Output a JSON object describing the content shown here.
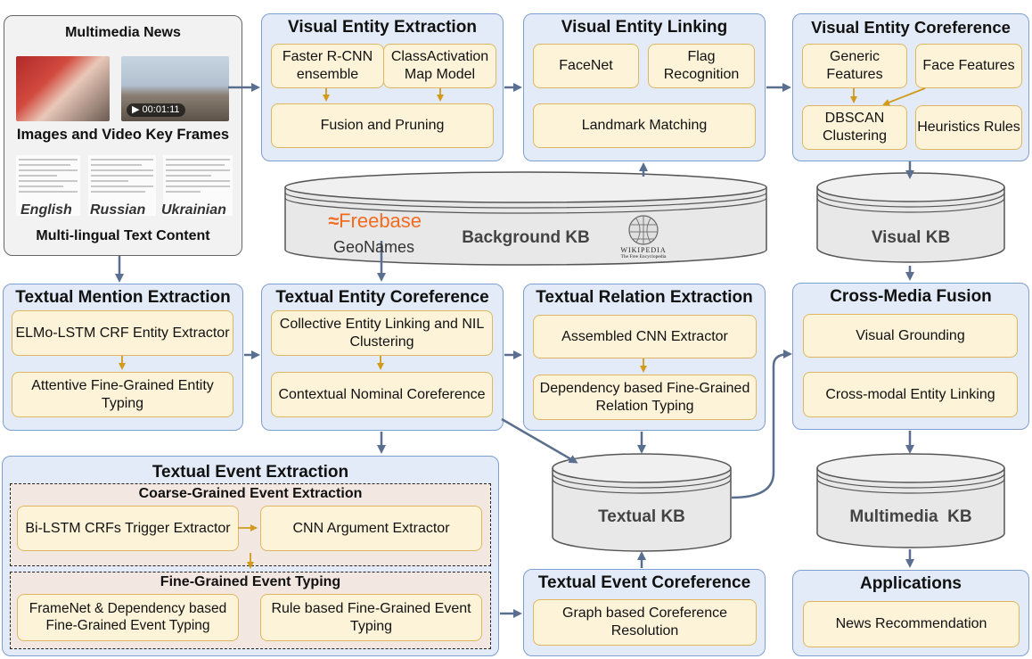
{
  "multimedia_news": {
    "title": "Multimedia News",
    "video_time": "00:01:11",
    "images_label": "Images and Video Key Frames",
    "languages": [
      "English",
      "Russian",
      "Ukrainian"
    ],
    "text_label": "Multi-lingual Text Content"
  },
  "panels": {
    "visual_extraction": {
      "title": "Visual Entity Extraction",
      "boxes": [
        "Faster R-CNN ensemble",
        "ClassActivation Map Model",
        "Fusion and Pruning"
      ]
    },
    "visual_linking": {
      "title": "Visual Entity Linking",
      "boxes": [
        "FaceNet",
        "Flag Recognition",
        "Landmark Matching"
      ]
    },
    "visual_coref": {
      "title": "Visual Entity Coreference",
      "boxes": [
        "Generic Features",
        "Face Features",
        "DBSCAN Clustering",
        "Heuristics Rules"
      ]
    },
    "textual_mention": {
      "title": "Textual Mention Extraction",
      "boxes": [
        "ELMo-LSTM CRF Entity Extractor",
        "Attentive Fine-Grained Entity Typing"
      ]
    },
    "textual_coref": {
      "title": "Textual Entity Coreference",
      "boxes": [
        "Collective Entity Linking and NIL Clustering",
        "Contextual Nominal Coreference"
      ]
    },
    "textual_relation": {
      "title": "Textual Relation Extraction",
      "boxes": [
        "Assembled CNN Extractor",
        "Dependency based Fine-Grained Relation Typing"
      ]
    },
    "cross_media": {
      "title": "Cross-Media Fusion",
      "boxes": [
        "Visual Grounding",
        "Cross-modal Entity Linking"
      ]
    },
    "textual_event": {
      "title": "Textual Event Extraction",
      "coarse_title": "Coarse-Grained Event Extraction",
      "coarse_boxes": [
        "Bi-LSTM CRFs Trigger Extractor",
        "CNN Argument Extractor"
      ],
      "fine_title": "Fine-Grained Event Typing",
      "fine_boxes": [
        "FrameNet & Dependency based Fine-Grained Event Typing",
        "Rule based Fine-Grained Event Typing"
      ]
    },
    "event_coref": {
      "title": "Textual Event Coreference",
      "boxes": [
        "Graph based Coreference Resolution"
      ]
    },
    "applications": {
      "title": "Applications",
      "boxes": [
        "News Recommendation"
      ]
    }
  },
  "knowledge_bases": {
    "background": "Background KB",
    "visual": "Visual KB",
    "textual": "Textual KB",
    "multimedia": "Multimedia  KB"
  },
  "logos": {
    "freebase": "Freebase",
    "geonames": "GeoNames",
    "wikipedia": "Wikipedia",
    "wikipedia_sub": "The Free Encyclopedia"
  },
  "colors": {
    "panel": "#e2ebf7",
    "panel_border": "#7f9fd0",
    "box": "#fdf3d8",
    "box_border": "#e0b760",
    "arrow": "#5a6f8f",
    "inner_arrow": "#d19a1a",
    "freebase": "#f26b21"
  }
}
